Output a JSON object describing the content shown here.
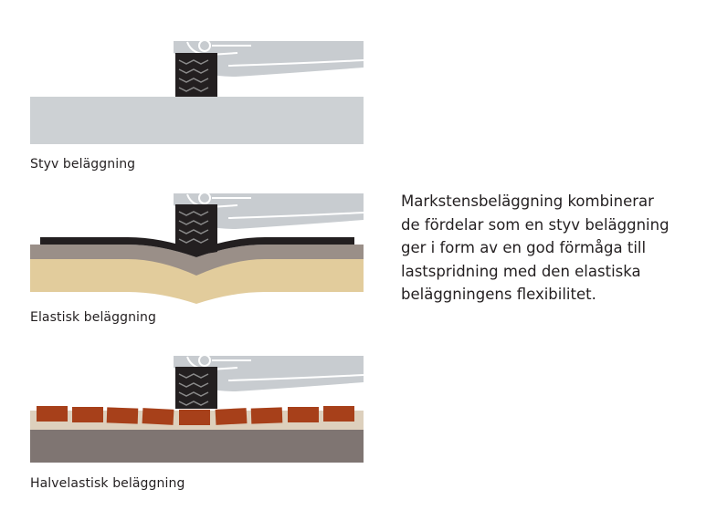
{
  "captions": {
    "rigid": "Styv beläggning",
    "elastic": "Elastisk beläggning",
    "semi_elastic": "Halvelastisk beläggning"
  },
  "description": [
    "Markstensbeläggning kombinerar",
    "de fördelar som en styv beläggning",
    "ger i form av en god förmåga till",
    "lastspridning med den elastiska",
    "beläggningens flexibilitet."
  ],
  "colors": {
    "concrete": "#cdd1d4",
    "car_body": "#c8ccd0",
    "tyre": "#231f20",
    "asphalt": "#231f20",
    "base_layer": "#9a8f88",
    "subgrade": "#e2cc9c",
    "brick": "#a7401a",
    "bedding": "#ddd0bd",
    "soil": "#7f7572"
  }
}
